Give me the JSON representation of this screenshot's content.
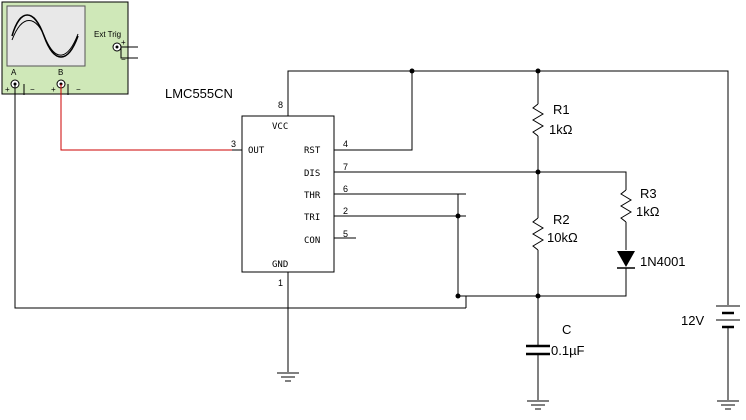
{
  "scope": {
    "ext_trig_label": "Ext Trig",
    "channel_a_label": "A",
    "channel_b_label": "B",
    "plus": "+",
    "minus": "−"
  },
  "ic": {
    "name": "LMC555CN",
    "pins": {
      "vcc": "VCC",
      "out": "OUT",
      "rst": "RST",
      "dis": "DIS",
      "thr": "THR",
      "tri": "TRI",
      "con": "CON",
      "gnd": "GND"
    },
    "pin_numbers": {
      "vcc": "8",
      "out": "3",
      "rst": "4",
      "dis": "7",
      "thr": "6",
      "tri": "2",
      "con": "5",
      "gnd": "1"
    }
  },
  "components": {
    "r1": {
      "name": "R1",
      "value": "1kΩ"
    },
    "r2": {
      "name": "R2",
      "value": "10kΩ"
    },
    "r3": {
      "name": "R3",
      "value": "1kΩ"
    },
    "diode": {
      "name": "1N4001"
    },
    "cap": {
      "name": "C",
      "value": "0.1µF"
    },
    "battery": {
      "value": "12V"
    }
  },
  "colors": {
    "scope_body": "#cfe8b8",
    "scope_screen": "#e8e8e8",
    "channel_b_wire": "#cc0000",
    "wire": "#000000"
  }
}
